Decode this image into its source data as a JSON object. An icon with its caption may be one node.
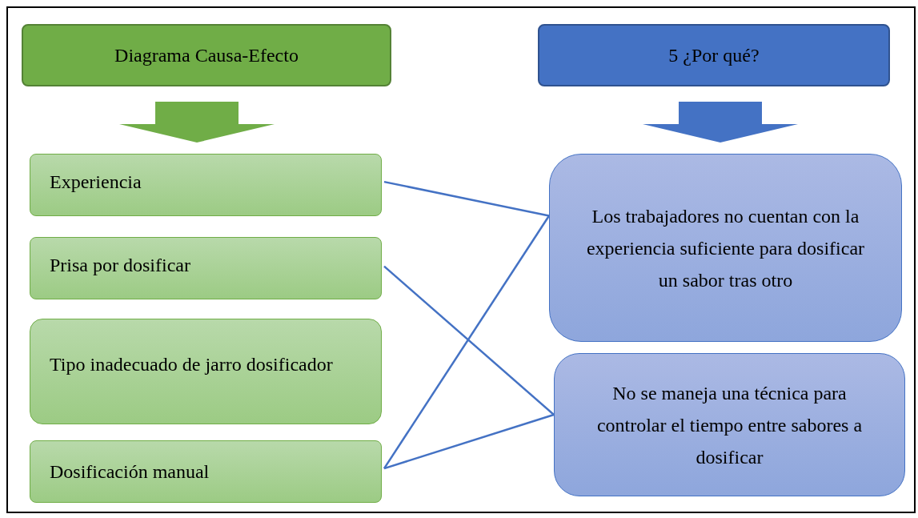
{
  "diagram": {
    "nodes": [
      {
        "text": [
          "Diagrama Causa-Efecto"
        ]
      },
      {
        "text": [
          "5 ¿Por qué?"
        ]
      },
      {
        "text": [
          "Experiencia"
        ]
      },
      {
        "text": [
          "Prisa por dosificar"
        ]
      },
      {
        "text": [
          "Tipo inadecuado de jarro dosificador"
        ]
      },
      {
        "text": [
          "Dosificación manual"
        ]
      },
      {
        "text": [
          "Los trabajadores no cuentan con la experiencia suficiente para dosificar un sabor tras otro"
        ]
      },
      {
        "text": [
          "No se maneja una técnica para controlar el tiempo entre sabores a dosificar"
        ]
      }
    ],
    "edges": [
      {
        "from": 0,
        "to": 2,
        "arrow": "to",
        "style": "thick"
      },
      {
        "from": 1,
        "to": 6,
        "arrow": "to",
        "style": "thick"
      },
      {
        "from": 2,
        "to": 6,
        "arrow": "none"
      },
      {
        "from": 3,
        "to": 7,
        "arrow": "none"
      },
      {
        "from": 5,
        "to": 6,
        "arrow": "none"
      },
      {
        "from": 5,
        "to": 7,
        "arrow": "none"
      }
    ]
  }
}
